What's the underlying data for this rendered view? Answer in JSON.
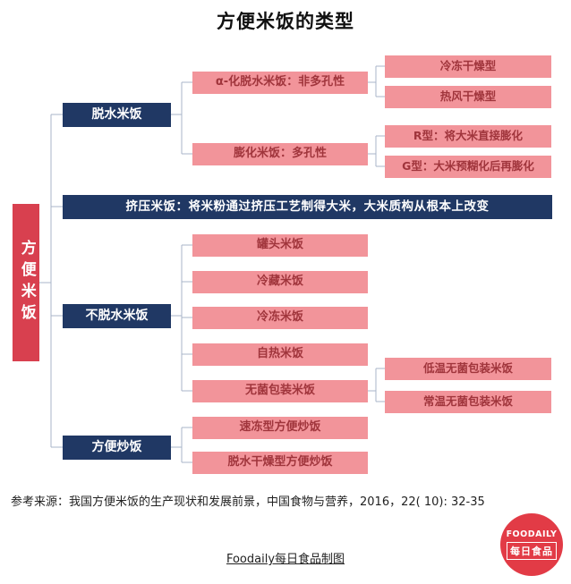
{
  "title": "方便米饭的类型",
  "tree": {
    "root_label": "方便米饭",
    "children": [
      {
        "label": "脱水米饭",
        "children": [
          {
            "label": "α-化脱水米饭：非多孔性",
            "children": [
              {
                "label": "冷冻干燥型"
              },
              {
                "label": "热风干燥型"
              }
            ]
          },
          {
            "label": "膨化米饭：多孔性",
            "children": [
              {
                "label": "R型：将大米直接膨化"
              },
              {
                "label": "G型：大米预糊化后再膨化"
              }
            ]
          }
        ]
      },
      {
        "label": "挤压米饭：将米粉通过挤压工艺制得大米，大米质构从根本上改变",
        "children": []
      },
      {
        "label": "不脱水米饭",
        "children": [
          {
            "label": "罐头米饭"
          },
          {
            "label": "冷藏米饭"
          },
          {
            "label": "冷冻米饭"
          },
          {
            "label": "自热米饭"
          },
          {
            "label": "无菌包装米饭",
            "children": [
              {
                "label": "低温无菌包装米饭"
              },
              {
                "label": "常温无菌包装米饭"
              }
            ]
          }
        ]
      },
      {
        "label": "方便炒饭",
        "children": [
          {
            "label": "速冻型方便炒饭"
          },
          {
            "label": "脱水干燥型方便炒饭"
          }
        ]
      }
    ]
  },
  "footer": {
    "reference": "参考来源：我国方便米饭的生产现状和发展前景，中国食物与营养，2016，22( 10): 32-35",
    "credit": "Foodaily每日食品制图",
    "logo_line1": "FOODAILY",
    "logo_line2": "每日食品"
  },
  "colors": {
    "root_red": "#d8404f",
    "branch_navy": "#203864",
    "leaf_pink": "#f2949a",
    "leaf_text_red": "#a0353c",
    "connector_gray": "#a9b4c8",
    "logo_red": "#e23b46"
  }
}
